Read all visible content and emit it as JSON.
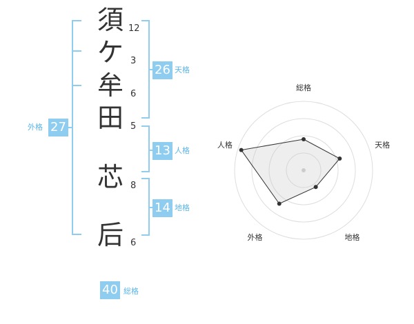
{
  "name_chars": [
    {
      "char": "須",
      "strokes": "12"
    },
    {
      "char": "ケ",
      "strokes": "3"
    },
    {
      "char": "牟",
      "strokes": "6"
    },
    {
      "char": "田",
      "strokes": "5"
    },
    {
      "char": "芯",
      "strokes": "8"
    },
    {
      "char": "后",
      "strokes": "6"
    }
  ],
  "kaku": {
    "tenkaku": {
      "value": "26",
      "label": "天格"
    },
    "jinkaku": {
      "value": "13",
      "label": "人格"
    },
    "chikaku": {
      "value": "14",
      "label": "地格"
    },
    "gaikaku": {
      "value": "27",
      "label": "外格"
    },
    "soukaku": {
      "value": "40",
      "label": "総格"
    }
  },
  "colors": {
    "accent": "#8ecdf0",
    "accent_text": "#5bb6e8"
  },
  "chart_data": {
    "type": "radar",
    "axes": [
      "総格",
      "天格",
      "地格",
      "外格",
      "人格"
    ],
    "values": [
      0.45,
      0.55,
      0.3,
      0.6,
      0.95
    ],
    "max": 1,
    "rings": 4
  }
}
